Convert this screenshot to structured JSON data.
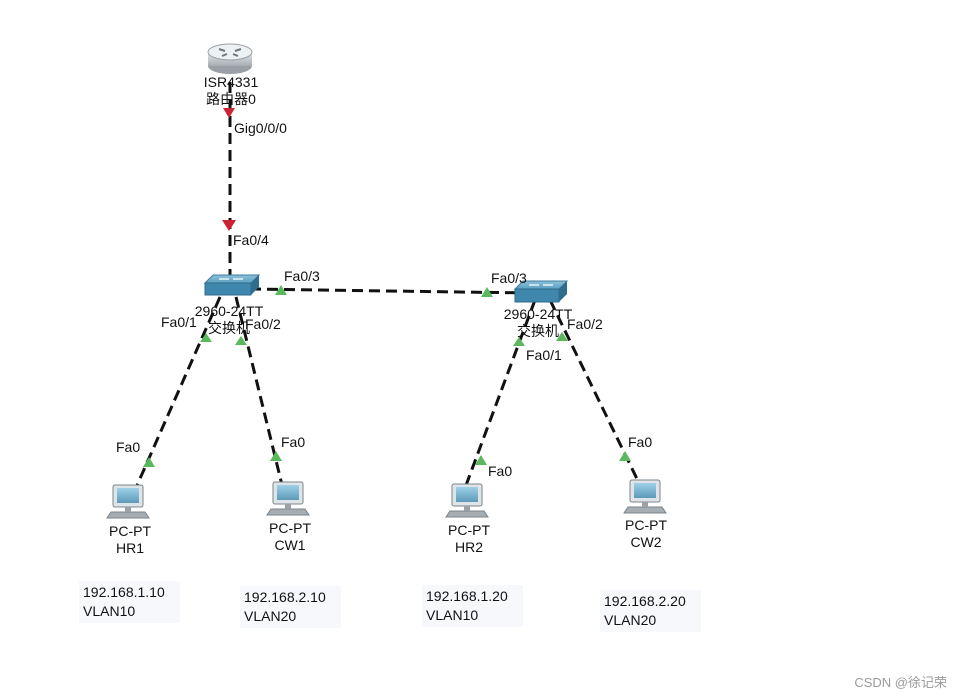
{
  "router": {
    "model": "ISR4331",
    "name": "路由器0",
    "port": "Gig0/0/0"
  },
  "switch1": {
    "model": "2960-24TT",
    "name": "交换机",
    "port_up": "Fa0/4",
    "port_trunk": "Fa0/3",
    "port_p1": "Fa0/1",
    "port_p2": "Fa0/2"
  },
  "switch2": {
    "model": "2960-24TT",
    "name": "交换机",
    "port_trunk": "Fa0/3",
    "port_p1": "Fa0/1",
    "port_p2": "Fa0/2"
  },
  "pcs": [
    {
      "model": "PC-PT",
      "name": "HR1",
      "port": "Fa0",
      "ip": "192.168.1.10",
      "vlan": "VLAN10"
    },
    {
      "model": "PC-PT",
      "name": "CW1",
      "port": "Fa0",
      "ip": "192.168.2.10",
      "vlan": "VLAN20"
    },
    {
      "model": "PC-PT",
      "name": "HR2",
      "port": "Fa0",
      "ip": "192.168.1.20",
      "vlan": "VLAN10"
    },
    {
      "model": "PC-PT",
      "name": "CW2",
      "port": "Fa0",
      "ip": "192.168.2.20",
      "vlan": "VLAN20"
    }
  ],
  "colors": {
    "link": "#111111",
    "link_up": "#5cb85c",
    "link_down": "#cc2233",
    "switch_body": "#4a8fb5",
    "router_body": "#c8ccd0"
  },
  "watermark": "CSDN @徐记荣"
}
